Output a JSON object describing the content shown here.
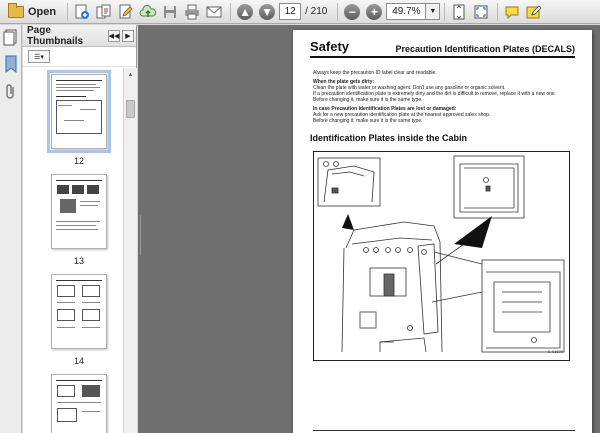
{
  "toolbar": {
    "open_label": "Open",
    "current_page": "12",
    "page_total": "/ 210",
    "zoom": "49.7%",
    "zoom_out_symbol": "−",
    "zoom_in_symbol": "+"
  },
  "thumbnails": {
    "title": "Page Thumbnails",
    "items": [
      {
        "label": "12",
        "selected": true
      },
      {
        "label": "13",
        "selected": false
      },
      {
        "label": "14",
        "selected": false
      },
      {
        "label": "",
        "selected": false
      }
    ]
  },
  "document": {
    "section": "Safety",
    "title": "Precaution Identification Plates (DECALS)",
    "intro": "Always keep the precaution ID label clear and readable.",
    "dirty_heading": "When the plate gets dirty:",
    "dirty_lines": [
      "Clean the plate with water or washing agent. Don't use any gasoline or organic solvent.",
      "If a precaution identification plate is extremely dirty and the dirt is difficult to remove, replace it with a new one.",
      "Before changing it, make sure it is the same type."
    ],
    "lost_heading": "In case Precaution Identification Plates are lost or damaged:",
    "lost_lines": [
      "Ask for a new precaution identification plate at the nearest approved sales shop.",
      "Before changing it, make sure it is the same type."
    ],
    "subheading": "Identification Plates inside the Cabin",
    "figure_ref": "S-01570"
  },
  "colors": {
    "doc_background": "#707070",
    "selection_outline": "#a9c6e8",
    "toolbar_top": "#f6f6f6",
    "toolbar_bottom": "#dcdcdc"
  }
}
